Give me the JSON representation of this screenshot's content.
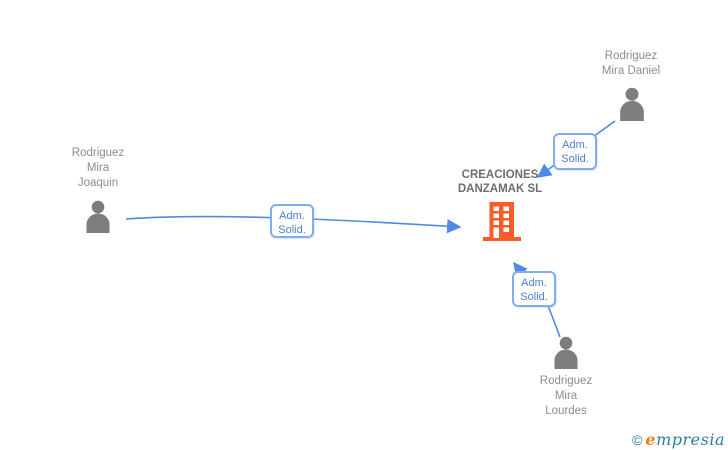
{
  "theme": {
    "bg": "#ffffff",
    "edge_blue": "#4e8be8",
    "box_border": "#7fadf0",
    "box_text": "#4a80d6",
    "person_icon_gray": "#7d7d7d",
    "person_name_gray": "#8d8d8d",
    "company_name_gray": "#6e6e6e",
    "building_orange": "#f85c29",
    "logo_teal": "#2d7ca3",
    "logo_orange": "#ef8018"
  },
  "graph": {
    "company": {
      "name_lines": [
        "CREACIONES",
        "DANZAMAK SL"
      ]
    },
    "persons": [
      {
        "lines": [
          "Rodriguez",
          "Mira",
          "Joaquin"
        ]
      },
      {
        "lines": [
          "Rodriguez",
          "Mira Daniel"
        ]
      },
      {
        "lines": [
          "Rodriguez",
          "Mira",
          "Lourdes"
        ]
      }
    ],
    "edge_labels": [
      {
        "lines": [
          "Adm.",
          "Solid."
        ]
      },
      {
        "lines": [
          "Adm.",
          "Solid."
        ]
      },
      {
        "lines": [
          "Adm.",
          "Solid."
        ]
      }
    ]
  },
  "watermark": {
    "copyright": "©",
    "brand_e": "e",
    "brand_rest": "mpresia"
  }
}
